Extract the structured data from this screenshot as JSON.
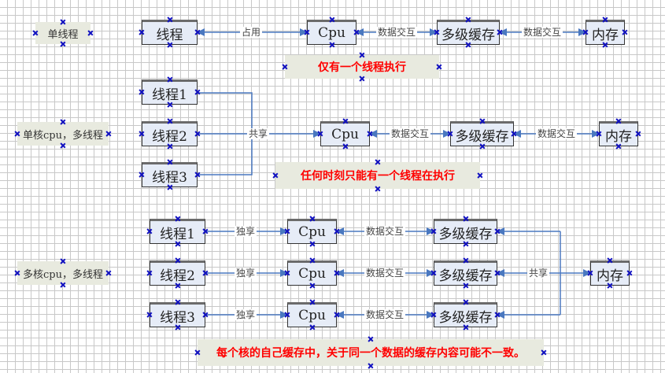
{
  "colors": {
    "connector": "#4a78c0",
    "note_text": "#ff0000",
    "box_fill": "#e6ecf7",
    "tag_fill": "#e8eadf"
  },
  "section1": {
    "tag": "单线程",
    "thread": "线程",
    "edge_occupy": "占用",
    "cpu": "Cpu",
    "edge_data1": "数据交互",
    "cache": "多级缓存",
    "edge_data2": "数据交互",
    "memory": "内存",
    "note": "仅有一个线程执行"
  },
  "section2": {
    "tag": "单核cpu，多线程",
    "threads": [
      "线程1",
      "线程2",
      "线程3"
    ],
    "edge_share": "共享",
    "cpu": "Cpu",
    "edge_data1": "数据交互",
    "cache": "多级缓存",
    "edge_data2": "数据交互",
    "memory": "内存",
    "note": "任何时刻只能有一个线程在执行"
  },
  "section3": {
    "tag": "多核cpu，多线程",
    "rows": [
      {
        "thread": "线程1",
        "edge_exclusive": "独享",
        "cpu": "Cpu",
        "edge_data": "数据交互",
        "cache": "多级缓存"
      },
      {
        "thread": "线程2",
        "edge_exclusive": "独享",
        "cpu": "Cpu",
        "edge_data": "数据交互",
        "cache": "多级缓存"
      },
      {
        "thread": "线程3",
        "edge_exclusive": "独享",
        "cpu": "Cpu",
        "edge_data": "数据交互",
        "cache": "多级缓存"
      }
    ],
    "edge_share": "共享",
    "memory": "内存",
    "note": "每个核的自己缓存中，关于同一个数据的缓存内容可能不一致。"
  }
}
